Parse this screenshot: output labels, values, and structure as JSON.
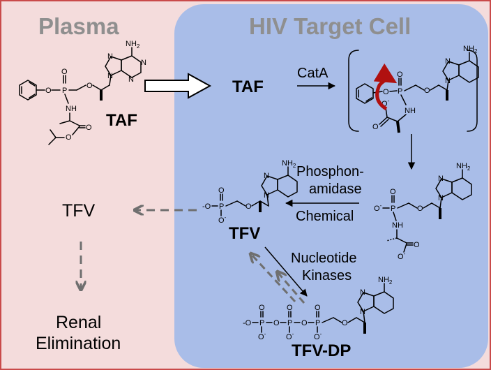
{
  "headers": {
    "plasma": "Plasma",
    "cell": "HIV Target Cell"
  },
  "labels": {
    "taf_plasma": "TAF",
    "taf_cell": "TAF",
    "cata": "CatA",
    "phosphon_line1": "Phosphon-",
    "phosphon_line2": "amidase",
    "chemical": "Chemical",
    "tfv_cell": "TFV",
    "tfv_plasma": "TFV",
    "nucleotide": "Nucleotide",
    "kinases": "Kinases",
    "tfvdp": "TFV-DP",
    "renal": "Renal",
    "elimination": "Elimination"
  },
  "atoms": {
    "nh2": "NH",
    "nh2_sub": "2",
    "n": "N",
    "o": "O",
    "p": "P",
    "nh": "NH",
    "o_minus": "O",
    "minus": "-"
  },
  "colors": {
    "plasma_bg": "#f4dcdc",
    "cell_bg": "#a9bde8",
    "frame": "#c94a4a",
    "header": "#8f8f8f",
    "dashed_arrow": "#6f6f6f",
    "attack_arrow": "#b01010"
  }
}
